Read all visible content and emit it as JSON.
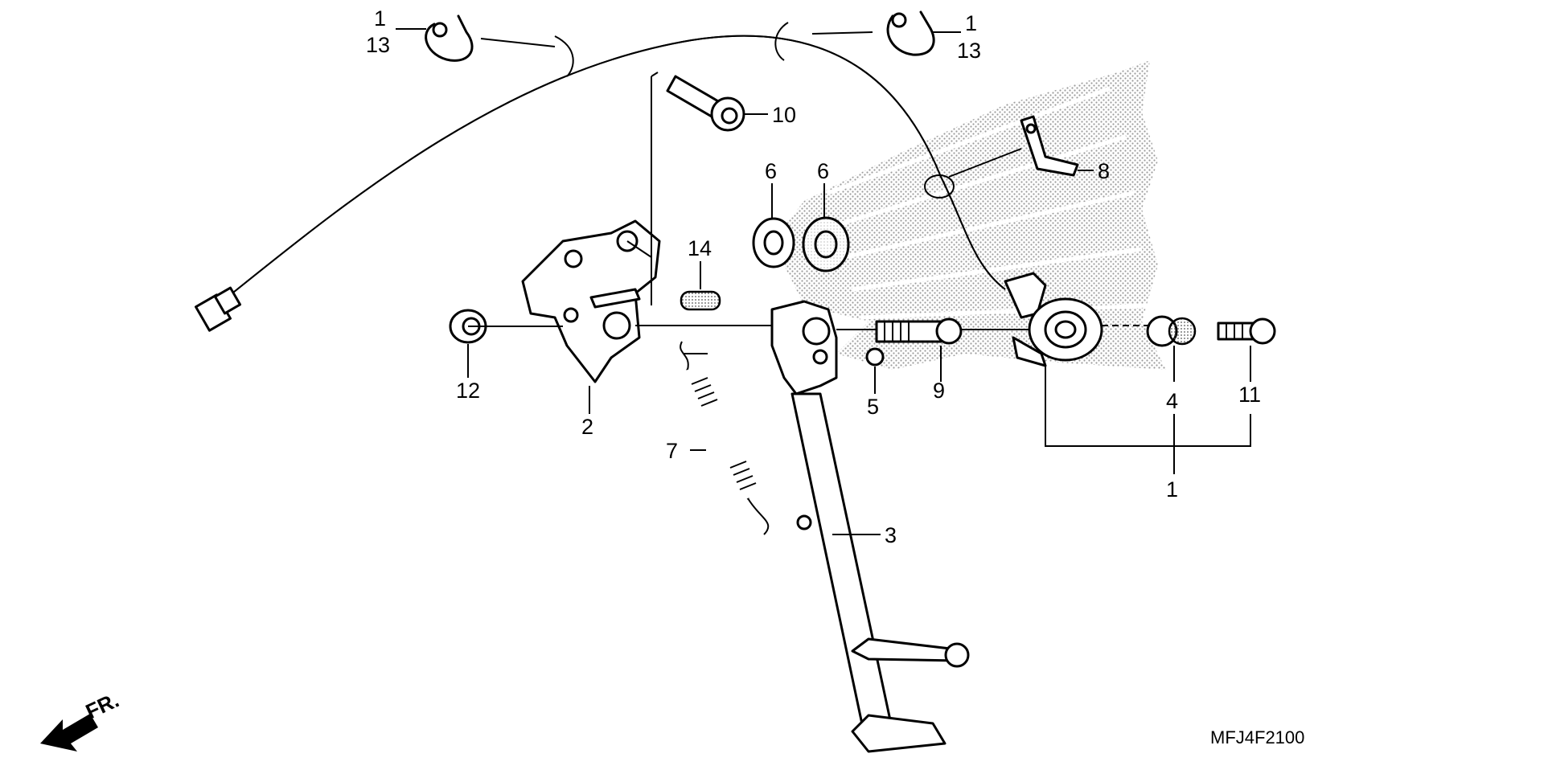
{
  "diagram": {
    "code": "MFJ4F2100",
    "direction_label": "FR.",
    "callouts": {
      "c1_top_left": "1",
      "c13_top_left": "13",
      "c1_top_right": "1",
      "c13_top_right": "13",
      "c10": "10",
      "c6_left": "6",
      "c6_right": "6",
      "c8": "8",
      "c14": "14",
      "c12": "12",
      "c2": "2",
      "c5": "5",
      "c9": "9",
      "c4": "4",
      "c11": "11",
      "c1_bottom": "1",
      "c7": "7",
      "c3": "3"
    }
  },
  "colors": {
    "ink": "#000000",
    "paper": "#ffffff",
    "stipple": "#8a8a8a"
  },
  "icons": [
    "front-direction-arrow-icon"
  ]
}
